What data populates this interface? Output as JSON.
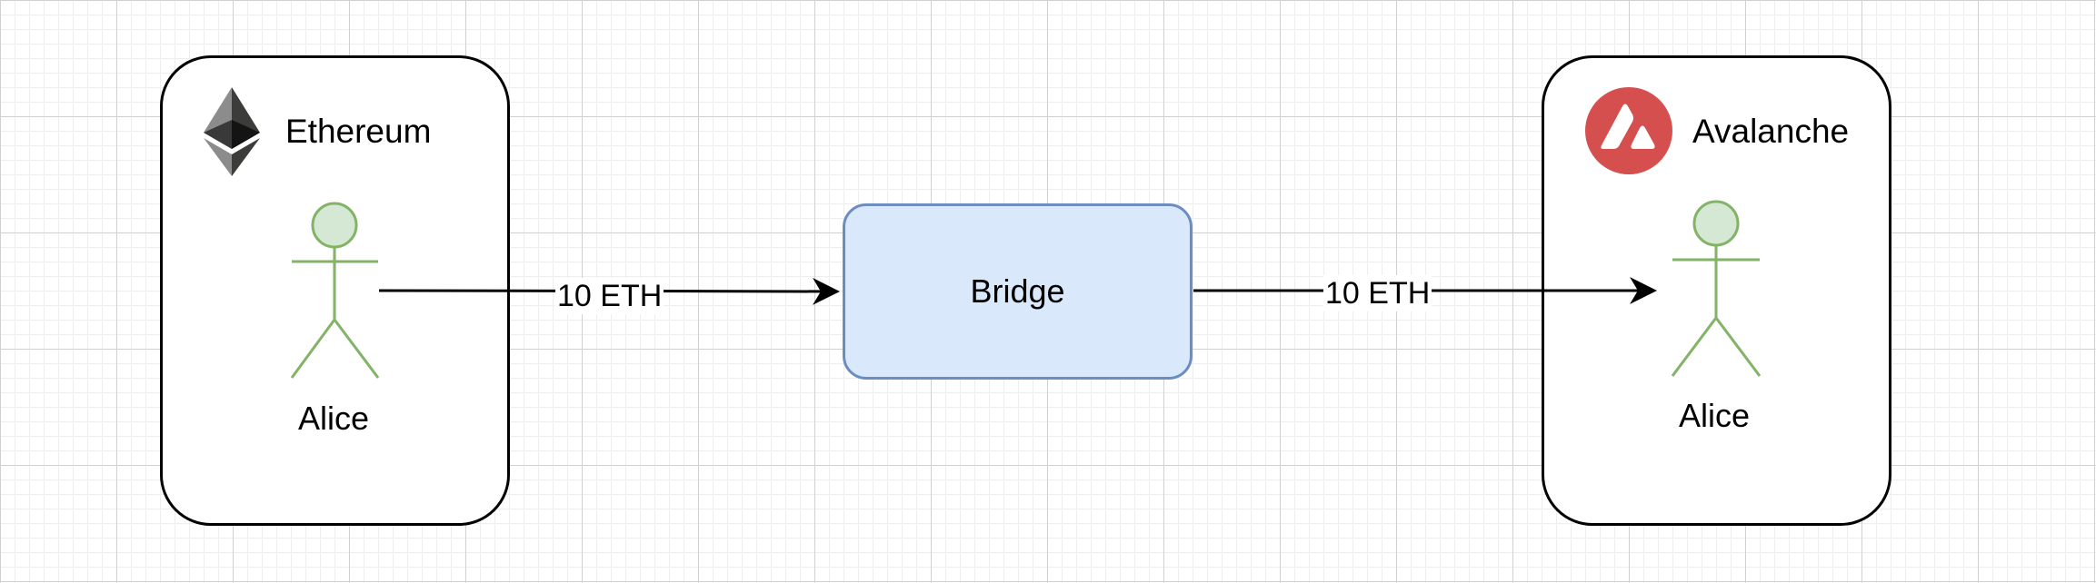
{
  "nodes": {
    "ethereum": {
      "label": "Ethereum",
      "icon": "ethereum-logo-icon"
    },
    "avalanche": {
      "label": "Avalanche",
      "icon": "avalanche-logo-icon",
      "icon_color": "#d64f4f"
    },
    "alice_left": {
      "label": "Alice"
    },
    "alice_right": {
      "label": "Alice"
    },
    "bridge": {
      "label": "Bridge",
      "fill": "#dae8fc",
      "stroke": "#6c8ebf"
    }
  },
  "edges": [
    {
      "from": "alice_left",
      "to": "bridge",
      "label": "10 ETH"
    },
    {
      "from": "bridge",
      "to": "alice_right",
      "label": "10 ETH"
    }
  ],
  "colors": {
    "actor_fill": "#d5e8d4",
    "actor_stroke": "#82b366"
  }
}
